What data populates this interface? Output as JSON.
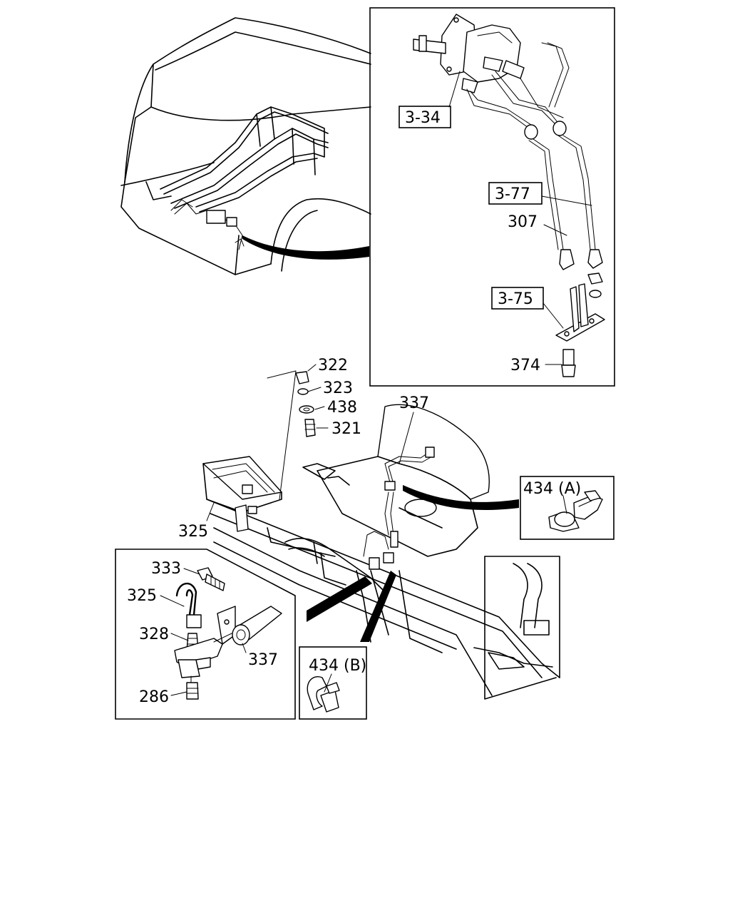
{
  "callouts": {
    "ref_3_34": "3-34",
    "ref_3_77": "3-77",
    "ref_3_75": "3-75",
    "p307": "307",
    "p374": "374",
    "p322": "322",
    "p323": "323",
    "p438": "438",
    "p321": "321",
    "p337_top": "337",
    "p325_main": "325",
    "p434a": "434 (A)",
    "p434b": "434 (B)",
    "p333": "333",
    "p325_detail": "325",
    "p328": "328",
    "p337_detail": "337",
    "p286": "286"
  }
}
